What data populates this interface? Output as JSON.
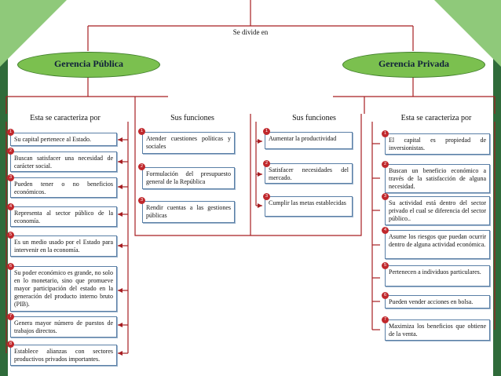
{
  "top_label": "Se divide en",
  "publica": {
    "title": "Gerencia Pública",
    "caracteristicas": {
      "heading": "Esta se caracteriza por",
      "items": [
        {
          "n": "1",
          "text": "Su capital pertenece al Estado."
        },
        {
          "n": "2",
          "text": "Buscan satisfacer una necesidad de carácter social."
        },
        {
          "n": "3",
          "text": "Pueden tener o no beneficios económicos."
        },
        {
          "n": "4",
          "text": "Representa al sector público de la economía."
        },
        {
          "n": "5",
          "text": "Es un medio usado por el Estado para intervenir en la economía."
        },
        {
          "n": "6",
          "text": "Su poder económico es grande, no solo en lo monetario, sino que promueve mayor participación del estado en la generación del producto interno bruto (PIB)."
        },
        {
          "n": "7",
          "text": "Genera mayor número de puestos de trabajos directos."
        },
        {
          "n": "8",
          "text": "Establece alianzas con sectores productivos privados importantes."
        }
      ]
    },
    "funciones": {
      "heading": "Sus funciones",
      "items": [
        {
          "n": "1",
          "text": "Atender cuestiones políticas y sociales"
        },
        {
          "n": "2",
          "text": "Formulación del presupuesto general de la República"
        },
        {
          "n": "3",
          "text": "Rendir cuentas a las gestiones públicas"
        }
      ]
    }
  },
  "privada": {
    "title": "Gerencia Privada",
    "funciones": {
      "heading": "Sus funciones",
      "items": [
        {
          "n": "1",
          "text": "Aumentar la productividad"
        },
        {
          "n": "2",
          "text": "Satisfacer necesidades del mercado."
        },
        {
          "n": "3",
          "text": "Cumplir las metas establecidas"
        }
      ]
    },
    "caracteristicas": {
      "heading": "Esta se caracteriza por",
      "items": [
        {
          "n": "1",
          "text": "El capital es propiedad de inversionistas."
        },
        {
          "n": "2",
          "text": "Buscan un beneficio económico a través de la satisfacción de alguna necesidad."
        },
        {
          "n": "3",
          "text": "Su actividad está dentro del sector privado el cual se diferencia del sector público.."
        },
        {
          "n": "4",
          "text": "Asume los riesgos que puedan ocurrir dentro de alguna actividad económica."
        },
        {
          "n": "5",
          "text": "Pertenecen a individuos particulares."
        },
        {
          "n": "6",
          "text": "Pueden vender acciones en bolsa."
        },
        {
          "n": "7",
          "text": "Maximiza los beneficios que obtiene de la venta."
        }
      ]
    }
  },
  "colors": {
    "band": "#2f6b3a",
    "corner": "#8fc97a",
    "ellipse": "#7bc04f",
    "connector": "#a61e22",
    "badge": "#c0282c",
    "box_border": "#5a7fa6"
  }
}
